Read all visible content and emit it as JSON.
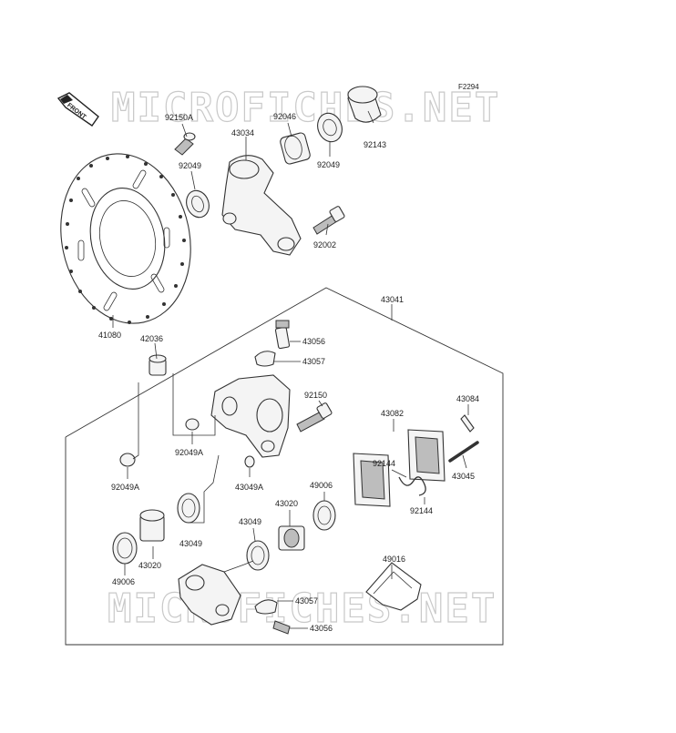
{
  "diagram_code": "F2294",
  "front_label": "FRONT",
  "watermark_text": "MICROFICHES.NET",
  "parts": {
    "p92150A": "92150A",
    "p92046": "92046",
    "p43034": "43034",
    "p92143": "92143",
    "p92049_a": "92049",
    "p92049_b": "92049",
    "p92002": "92002",
    "p41080": "41080",
    "p43041": "43041",
    "p42036": "42036",
    "p43056_top": "43056",
    "p43057_top": "43057",
    "p92150": "92150",
    "p43084": "43084",
    "p43082": "43082",
    "p92049A_mid": "92049A",
    "p92144_top": "92144",
    "p43045": "43045",
    "p92049A_left": "92049A",
    "p43049A": "43049A",
    "p49006_right": "49006",
    "p92144_bottom": "92144",
    "p43020_mid": "43020",
    "p43049_mid": "43049",
    "p43049_bottom": "43049",
    "p43020_left": "43020",
    "p49006_left": "49006",
    "p49016": "49016",
    "p43057_bottom": "43057",
    "p43056_bottom": "43056"
  }
}
